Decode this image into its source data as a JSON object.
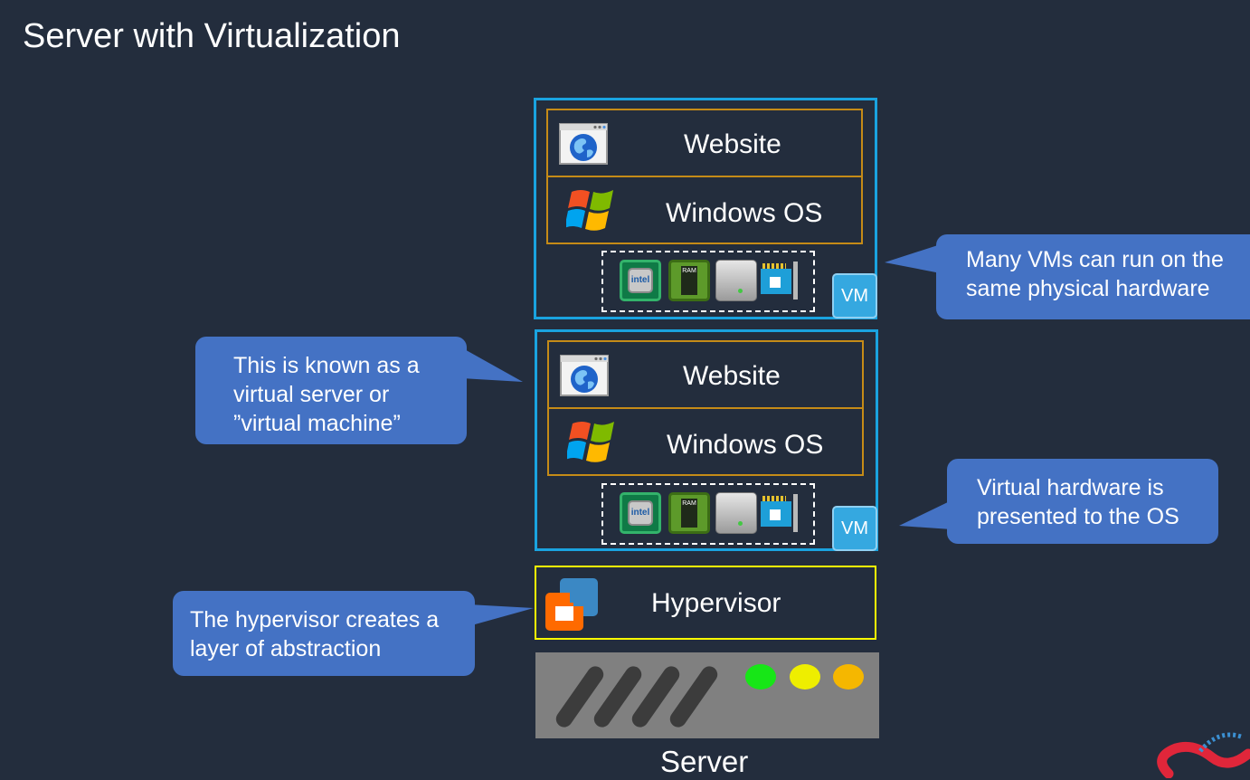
{
  "title": "Server with Virtualization",
  "vms": [
    {
      "app_label": "Website",
      "os_label": "Windows OS",
      "badge": "VM",
      "hardware_icons": [
        "cpu-icon",
        "ram-icon",
        "disk-icon",
        "network-card-icon"
      ],
      "ram_text": "RAM",
      "cpu_text": "intel"
    },
    {
      "app_label": "Website",
      "os_label": "Windows OS",
      "badge": "VM",
      "hardware_icons": [
        "cpu-icon",
        "ram-icon",
        "disk-icon",
        "network-card-icon"
      ],
      "ram_text": "RAM",
      "cpu_text": "intel"
    }
  ],
  "hypervisor": {
    "label": "Hypervisor"
  },
  "server": {
    "label": "Server",
    "lights": [
      "#17e617",
      "#eeee00",
      "#f5b700"
    ]
  },
  "callouts": {
    "many_vms": [
      "Many VMs can run on the",
      "same physical hardware"
    ],
    "virtual_server": [
      "This is known as a",
      "virtual server or",
      "”virtual machine”"
    ],
    "virtual_hardware": [
      "Virtual hardware is",
      "presented to the OS"
    ],
    "hypervisor": [
      "The hypervisor creates a",
      "layer of abstraction"
    ]
  },
  "colors": {
    "background": "#232d3d",
    "vm_border": "#1aa3df",
    "layer_border": "#c58b17",
    "hypervisor_border": "#ffff00",
    "callout": "#4472c4"
  }
}
